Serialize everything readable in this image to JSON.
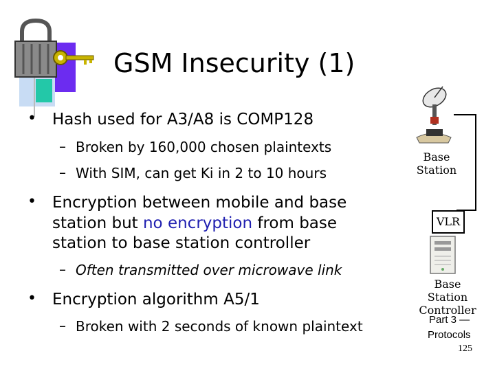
{
  "slide": {
    "title": "GSM Insecurity (1)",
    "page_number": "125"
  },
  "bullets": [
    {
      "text": "Hash used for A3/A8 is COMP128",
      "subs": [
        "Broken by 160,000 chosen plaintexts",
        "With SIM, can get Ki in 2 to 10 hours"
      ]
    },
    {
      "line1": "Encryption between mobile and base",
      "line2_pre": "station but ",
      "line2_highlight": "no encryption",
      "line2_post": " from base",
      "line3": "station to base station controller",
      "subs": [
        "Often transmitted over microwave link"
      ]
    },
    {
      "text": "Encryption algorithm A5/1",
      "subs": [
        "Broken with 2 seconds of known plaintext"
      ]
    }
  ],
  "diagram": {
    "base_station_line1": "Base",
    "base_station_line2": "Station",
    "vlr": "VLR",
    "bsc_line1": "Base",
    "bsc_line2": "Station",
    "bsc_line3": "Controller"
  },
  "footer": {
    "line1": "Part 3 —",
    "line2": "Protocols"
  },
  "colors": {
    "highlight_text": "#1f1fb0",
    "deco_purple": "#6c2cf0",
    "deco_teal": "#23c8a8",
    "deco_lightblue": "#b8d4f0",
    "deco_orange": "#f0b040",
    "key": "#c8b400"
  }
}
